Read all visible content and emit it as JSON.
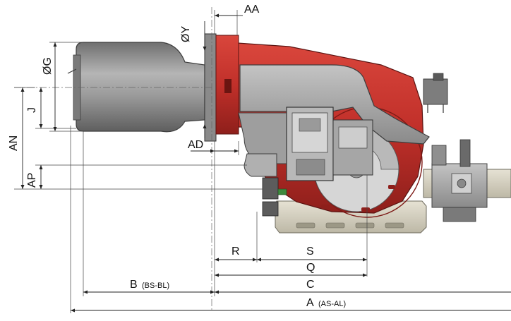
{
  "dimensions": {
    "aa": "AA",
    "oy": "ØY",
    "og": "ØG",
    "j": "J",
    "an": "AN",
    "ad": "AD",
    "ap": "AP",
    "r": "R",
    "s": "S",
    "q": "Q",
    "b": "B",
    "b_note": "(BS-BL)",
    "c": "C",
    "a": "A",
    "a_note": "(AS-AL)"
  },
  "colors": {
    "burner_red": "#c8352d",
    "blast_tube_grey": "#8c8c8c",
    "housing_grey": "#a3a3a3",
    "base_beige": "#d8d4c6"
  }
}
